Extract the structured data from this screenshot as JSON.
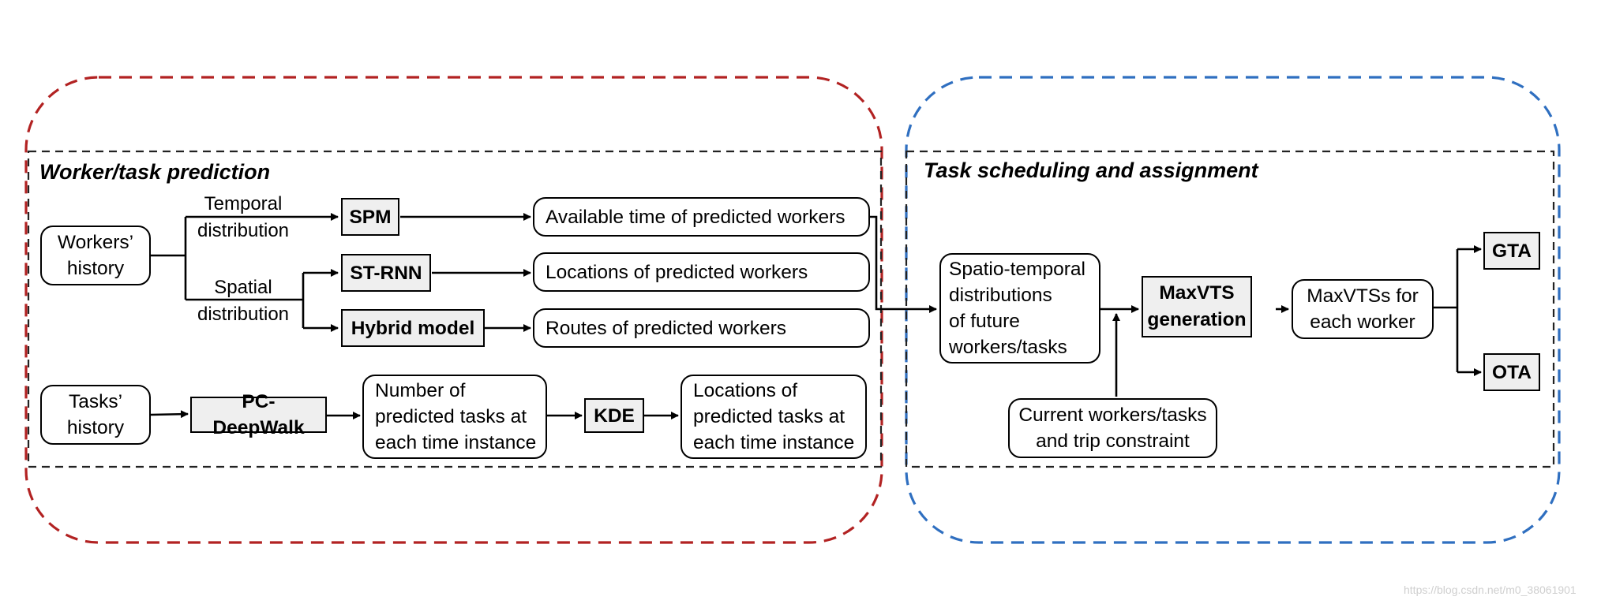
{
  "sections": {
    "prediction_title": "Worker/task prediction",
    "scheduling_title": "Task scheduling and assignment"
  },
  "inputs": {
    "workers_history": "Workers’\nhistory",
    "tasks_history": "Tasks’\nhistory"
  },
  "branch_labels": {
    "temporal": "Temporal\ndistribution",
    "spatial": "Spatial\ndistribution"
  },
  "models": {
    "spm": "SPM",
    "st_rnn": "ST-RNN",
    "hybrid": "Hybrid model",
    "pc_deepwalk": "PC-DeepWalk",
    "kde": "KDE",
    "maxvts_generation": "MaxVTS\ngeneration",
    "gta": "GTA",
    "ota": "OTA"
  },
  "outputs": {
    "available_time": "Available time of predicted workers",
    "locations_workers": "Locations of predicted workers",
    "routes_workers": "Routes of predicted workers",
    "number_tasks": "Number of\npredicted tasks at\neach time instance",
    "locations_tasks": "Locations of\npredicted tasks at\neach time instance"
  },
  "scheduling": {
    "spatio_temporal": "Spatio-temporal\ndistributions\nof future\nworkers/tasks",
    "current": "Current workers/tasks\nand trip constraint",
    "maxvtss": "MaxVTSs for\neach worker"
  },
  "colors": {
    "prediction_border": "#b22222",
    "scheduling_border": "#2f6fc0",
    "inner_border": "#000000",
    "model_fill": "#efefef"
  },
  "watermark": "https://blog.csdn.net/m0_38061901"
}
